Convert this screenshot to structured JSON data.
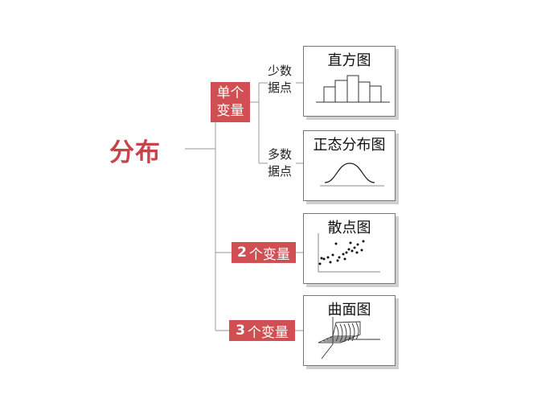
{
  "root": {
    "label": "分布"
  },
  "branches": {
    "single": {
      "label_line1": "单个",
      "label_line2": "变量"
    },
    "few_points": {
      "line1": "少数",
      "line2": "据点"
    },
    "many_points": {
      "line1": "多数",
      "line2": "据点"
    },
    "two": {
      "num": "2",
      "text": "个变量"
    },
    "three": {
      "num": "3",
      "text": "个变量"
    }
  },
  "cards": {
    "histogram": "直方图",
    "normal": "正态分布图",
    "scatter": "散点图",
    "surface": "曲面图"
  },
  "colors": {
    "accent": "#cf4f52",
    "title": "#c9444a",
    "line": "#aaaaaa"
  }
}
